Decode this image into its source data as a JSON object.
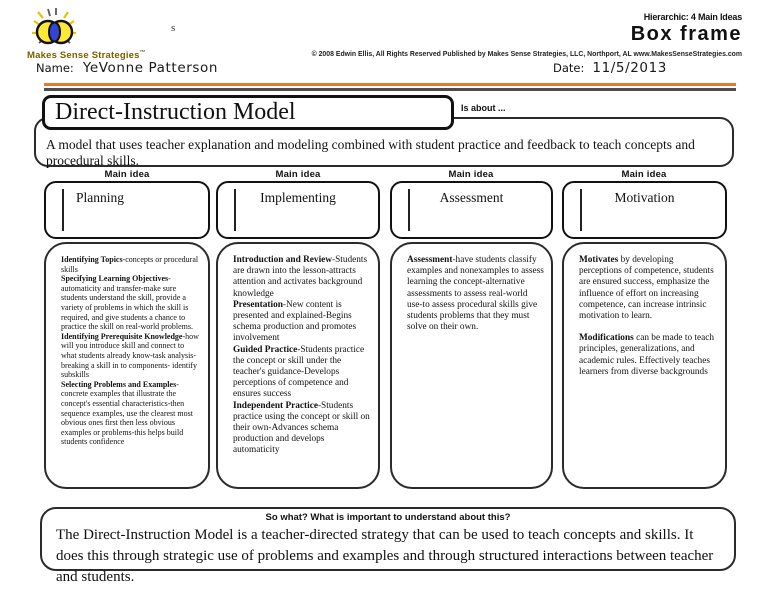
{
  "header": {
    "brand": "Makes Sense Strategies",
    "trademark": "™",
    "stray_char": "s",
    "name_label": "Name:",
    "name_value": "YeVonne Patterson",
    "hierarchic_label": "Hierarchic: 4 Main Ideas",
    "template_title": "Box frame",
    "copyright": "© 2008 Edwin Ellis, All Rights Reserved   Published by Makes Sense Strategies, LLC, Northport, AL   www.MakesSenseStrategies.com",
    "date_label": "Date:",
    "date_value": "11/5/2013"
  },
  "colors": {
    "accent_orange": "#E8762B",
    "rule_gray": "#4C4C4C",
    "brand_text": "#7B6000",
    "logo_yellow": "#FFE838",
    "logo_blue": "#3346D3"
  },
  "title_section": {
    "title": "Direct-Instruction Model",
    "is_about_label": "Is about ...",
    "description": "A model that uses teacher explanation and modeling combined with student practice and feedback to teach concepts and procedural skills."
  },
  "main_idea_label": "Main idea",
  "columns": [
    {
      "heading": "Planning",
      "details": [
        {
          "term": "Identifying Topics",
          "text": "-concepts or procedural skills"
        },
        {
          "term": "Specifying Learning Objectives",
          "text": "-automaticity and transfer-make sure students understand the skill, provide a variety of problems in which the skill is required, and give students a chance to practice the skill on real-world problems."
        },
        {
          "term": "Identifying Prerequisite Knowledge",
          "text": "-how will you introduce skill and connect to what students already know-task analysis-breaking a skill in to components- identify subskills"
        },
        {
          "term": "Selecting Problems and Examples",
          "text": "-concrete examples that illustrate the concept's essential characteristics-then sequence examples, use the clearest most obvious ones first then less obvious examples or problems-this helps build students confidence"
        }
      ]
    },
    {
      "heading": "Implementing",
      "details": [
        {
          "term": "Introduction and Review",
          "text": "-Students are drawn into the lesson-attracts attention and activates background knowledge"
        },
        {
          "term": "Presentation",
          "text": "-New content is presented and explained-Begins schema production and promotes involvement"
        },
        {
          "term": "Guided Practice",
          "text": "-Students practice the concept or skill under the teacher's guidance-Develops perceptions of competence and ensures success"
        },
        {
          "term": "Independent Practice",
          "text": "-Students practice using the concept or skill on their own-Advances schema production and develops automaticity"
        }
      ]
    },
    {
      "heading": "Assessment",
      "details": [
        {
          "term": "Assessment",
          "text": "-have students classify examples and nonexamples to assess learning the concept-alternative assessments to assess real-world use-to assess procedural skills give students problems that they must solve on their own."
        }
      ]
    },
    {
      "heading": "Motivation",
      "details": [
        {
          "term": "Motivates",
          "text": " by developing perceptions of competence, students are ensured success, emphasize the influence of effort on increasing competence, can increase intrinsic motivation to learn."
        },
        {
          "term": "Modifications",
          "text": " can be made to teach principles, generalizations, and academic rules. Effectively teaches learners from diverse backgrounds",
          "gap_before": true
        }
      ]
    }
  ],
  "footer": {
    "so_what_label": "So what? What is important to understand about this?",
    "summary": "The Direct-Instruction Model is a teacher-directed strategy that can be used to teach concepts and skills. It does this through strategic use of problems and examples and through structured interactions between teacher and students."
  }
}
